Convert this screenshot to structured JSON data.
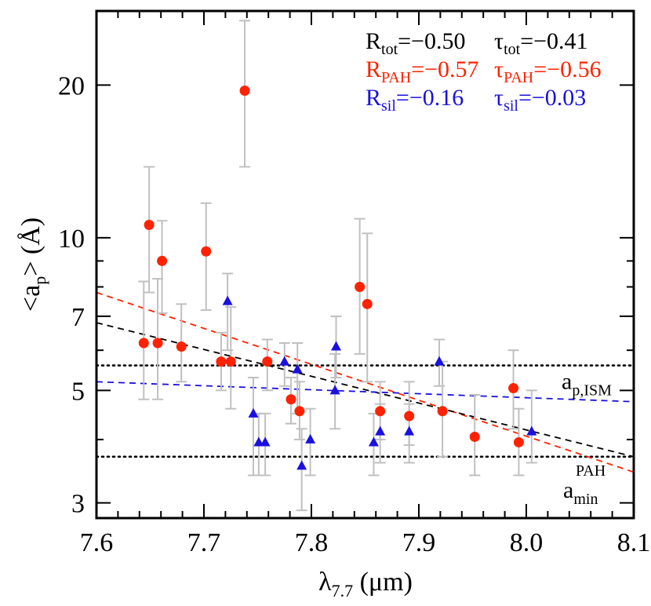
{
  "chart_data": {
    "type": "scatter",
    "title": "",
    "xlabel": "λ",
    "xlabel_sub": "7.7",
    "xlabel_unit": " (μm)",
    "ylabel_pre": "<a",
    "ylabel_sub": "p",
    "ylabel_post": "> (Å)",
    "xlim": [
      7.6,
      8.1
    ],
    "ylim": [
      2.8,
      28
    ],
    "y_scale": "log",
    "x_ticks": [
      "7.6",
      "7.7",
      "7.8",
      "7.9",
      "8.0",
      "8.1"
    ],
    "x_tick_values": [
      7.6,
      7.7,
      7.8,
      7.9,
      8.0,
      8.1
    ],
    "y_ticks": [
      "3",
      "5",
      "7",
      "10",
      "20"
    ],
    "y_tick_values": [
      3,
      5,
      7,
      10,
      20
    ],
    "colors": {
      "pah": "#ff2200",
      "sil": "#1a10e0",
      "tot": "#000000",
      "errorbar": "#c0c0c0",
      "frame": "#000000"
    },
    "series": [
      {
        "marker": "circle",
        "points": [
          {
            "x": 7.644,
            "y": 6.2,
            "lo": 4.8,
            "hi": 8.2
          },
          {
            "x": 7.649,
            "y": 10.6,
            "lo": 7.8,
            "hi": 13.8
          },
          {
            "x": 7.657,
            "y": 6.2,
            "lo": 4.8,
            "hi": 8.3
          },
          {
            "x": 7.661,
            "y": 9.0,
            "lo": 7.1,
            "hi": 10.8
          },
          {
            "x": 7.679,
            "y": 6.1,
            "lo": 5.2,
            "hi": 7.4
          },
          {
            "x": 7.702,
            "y": 9.4,
            "lo": 7.2,
            "hi": 11.7
          },
          {
            "x": 7.716,
            "y": 5.7,
            "lo": 5.0,
            "hi": 6.5
          },
          {
            "x": 7.725,
            "y": 5.7,
            "lo": 4.6,
            "hi": 7.3
          },
          {
            "x": 7.738,
            "y": 19.5,
            "lo": 13.8,
            "hi": 26.8
          },
          {
            "x": 7.759,
            "y": 5.7,
            "lo": 5.0,
            "hi": 6.3
          },
          {
            "x": 7.781,
            "y": 4.8,
            "lo": 4.3,
            "hi": 5.3
          },
          {
            "x": 7.789,
            "y": 4.55,
            "lo": 4.0,
            "hi": 5.2
          },
          {
            "x": 7.845,
            "y": 8.0,
            "lo": 5.9,
            "hi": 10.9
          },
          {
            "x": 7.852,
            "y": 7.4,
            "lo": 5.2,
            "hi": 10.2
          },
          {
            "x": 7.864,
            "y": 4.55,
            "lo": 4.0,
            "hi": 5.2
          },
          {
            "x": 7.891,
            "y": 4.45,
            "lo": 3.9,
            "hi": 5.2
          },
          {
            "x": 7.922,
            "y": 4.55,
            "lo": 3.7,
            "hi": 5.7
          },
          {
            "x": 7.952,
            "y": 4.05,
            "lo": 3.4,
            "hi": 4.9
          },
          {
            "x": 7.988,
            "y": 5.05,
            "lo": 4.2,
            "hi": 6.0
          },
          {
            "x": 7.993,
            "y": 3.95,
            "lo": 3.4,
            "hi": 4.6
          }
        ]
      },
      {
        "marker": "triangle",
        "points": [
          {
            "x": 7.722,
            "y": 7.5,
            "lo": 6.0,
            "hi": 8.5
          },
          {
            "x": 7.746,
            "y": 4.5,
            "lo": 3.4,
            "hi": 5.3
          },
          {
            "x": 7.751,
            "y": 3.95,
            "lo": 3.4,
            "hi": 4.5
          },
          {
            "x": 7.757,
            "y": 3.95,
            "lo": 3.4,
            "hi": 4.5
          },
          {
            "x": 7.775,
            "y": 5.7,
            "lo": 5.1,
            "hi": 6.2
          },
          {
            "x": 7.787,
            "y": 5.5,
            "lo": 4.5,
            "hi": 6.2
          },
          {
            "x": 7.791,
            "y": 3.55,
            "lo": 2.9,
            "hi": 4.2
          },
          {
            "x": 7.799,
            "y": 4.0,
            "lo": 3.4,
            "hi": 4.6
          },
          {
            "x": 7.822,
            "y": 5.0,
            "lo": 4.2,
            "hi": 5.9
          },
          {
            "x": 7.823,
            "y": 6.1,
            "lo": 5.3,
            "hi": 7.0
          },
          {
            "x": 7.858,
            "y": 3.95,
            "lo": 3.4,
            "hi": 4.5
          },
          {
            "x": 7.864,
            "y": 4.15,
            "lo": 3.6,
            "hi": 4.7
          },
          {
            "x": 7.891,
            "y": 4.15,
            "lo": 3.6,
            "hi": 4.7
          },
          {
            "x": 7.919,
            "y": 5.7,
            "lo": 5.1,
            "hi": 6.3
          },
          {
            "x": 8.005,
            "y": 4.15,
            "lo": 3.6,
            "hi": 5.0
          }
        ]
      }
    ],
    "fit_lines": [
      {
        "color": "red",
        "x": [
          7.6,
          8.1
        ],
        "y": [
          7.8,
          3.45
        ]
      },
      {
        "color": "black",
        "x": [
          7.6,
          8.1
        ],
        "y": [
          6.8,
          3.7
        ]
      },
      {
        "color": "blue",
        "x": [
          7.6,
          8.1
        ],
        "y": [
          5.2,
          4.75
        ]
      }
    ],
    "reference_lines": [
      {
        "y": 5.6,
        "label": "a",
        "label_sub": "p,ISM"
      },
      {
        "y": 3.7,
        "label": "a",
        "label_sup": "PAH",
        "label_sub": "min"
      }
    ],
    "stats": [
      {
        "color": "#000000",
        "r_sub": "tot",
        "r_val": "=−0.50",
        "t_sub": "tot",
        "t_val": "=−0.41"
      },
      {
        "color": "#ff2200",
        "r_sub": "PAH",
        "r_val": "=−0.57",
        "t_sub": "PAH",
        "t_val": "=−0.56"
      },
      {
        "color": "#1a10e0",
        "r_sub": "sil",
        "r_val": "=−0.16",
        "t_sub": "sil",
        "t_val": "=−0.03"
      }
    ],
    "stats_r_symbol": "R",
    "stats_t_symbol": "τ"
  }
}
